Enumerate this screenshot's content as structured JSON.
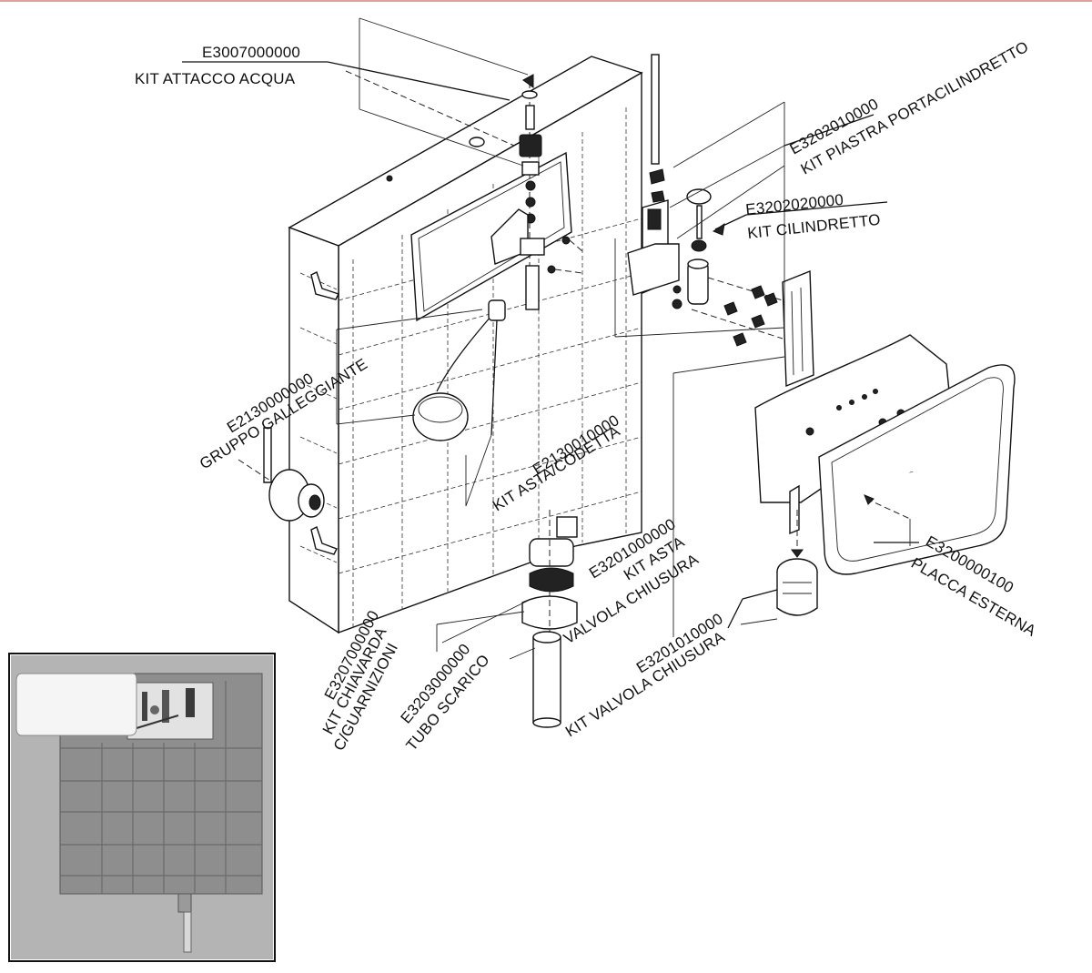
{
  "diagram": {
    "labels": [
      {
        "id": "attacco",
        "code": "E3007000000",
        "name": "KIT ATTACCO ACQUA"
      },
      {
        "id": "piastra",
        "code": "E3202010000",
        "name": "KIT PIASTRA PORTACILINDRETTO"
      },
      {
        "id": "cilindretto",
        "code": "E3202020000",
        "name": "KIT CILINDRETTO"
      },
      {
        "id": "galleggiante",
        "code": "E2130000000",
        "name": "GRUPPO GALLEGGIANTE"
      },
      {
        "id": "codetta",
        "code": "E2130010000",
        "name": "KIT ASTA/CODETTA"
      },
      {
        "id": "asta",
        "code": "E3201000000",
        "name": "KIT ASTA",
        "name2": "VALVOLA CHIUSURA"
      },
      {
        "id": "placca",
        "code": "E3200000100",
        "name": "PLACCA ESTERNA"
      },
      {
        "id": "valvola",
        "code": "E3201010000",
        "name": "KIT VALVOLA CHIUSURA"
      },
      {
        "id": "chiavarda",
        "code": "E3207000000",
        "name": "KIT CHIAVARDA",
        "name2": "C/GUARNIZIONI"
      },
      {
        "id": "scarico",
        "code": "E3203000000",
        "name": "TUBO SCARICO"
      }
    ]
  }
}
